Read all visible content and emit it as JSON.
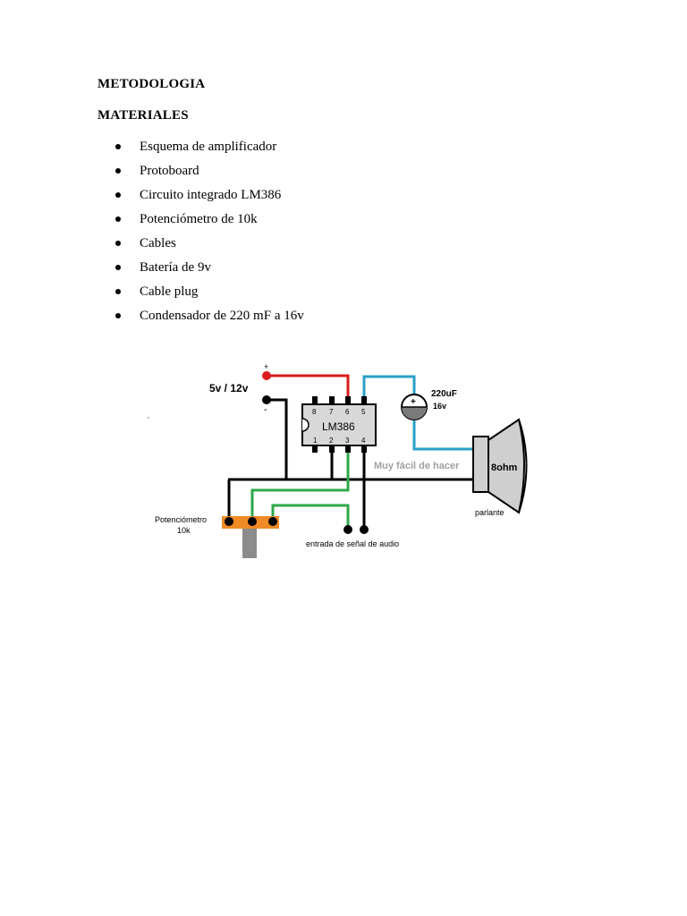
{
  "document": {
    "heading": "METODOLOGIA",
    "subheading": "MATERIALES",
    "materials": [
      "Esquema de amplificador",
      "Protoboard",
      "Circuito integrado LM386",
      "Potenciómetro de 10k",
      "Cables",
      "Batería de 9v",
      "Cable plug",
      "Condensador de 220 mF a 16v"
    ]
  },
  "diagram": {
    "supply_label": "5v / 12v",
    "plus_sign": "+",
    "minus_sign": "-",
    "chip_label": "LM386",
    "pins_top": [
      "8",
      "7",
      "6",
      "5"
    ],
    "pins_bottom": [
      "1",
      "2",
      "3",
      "4"
    ],
    "capacitor_value": "220uF",
    "capacitor_voltage": "16v",
    "capacitor_plus": "+",
    "watermark": "Muy fácil de hacer",
    "speaker_impedance": "8ohm",
    "speaker_label": "parlante",
    "pot_label_line1": "Potenciómetro",
    "pot_label_line2": "10k",
    "input_label": "entrada de señal de audio",
    "colors": {
      "positive_wire": "#d91c1c",
      "capacitor_wire": "#2aa0c8",
      "signal_wire": "#2ea84a",
      "ground_wire": "#000000",
      "potentiometer_body": "#f08a24",
      "potentiometer_shaft": "#8c8c8c",
      "chip_fill": "#d8d8d8",
      "speaker_fill": "#cfcfcf"
    }
  }
}
